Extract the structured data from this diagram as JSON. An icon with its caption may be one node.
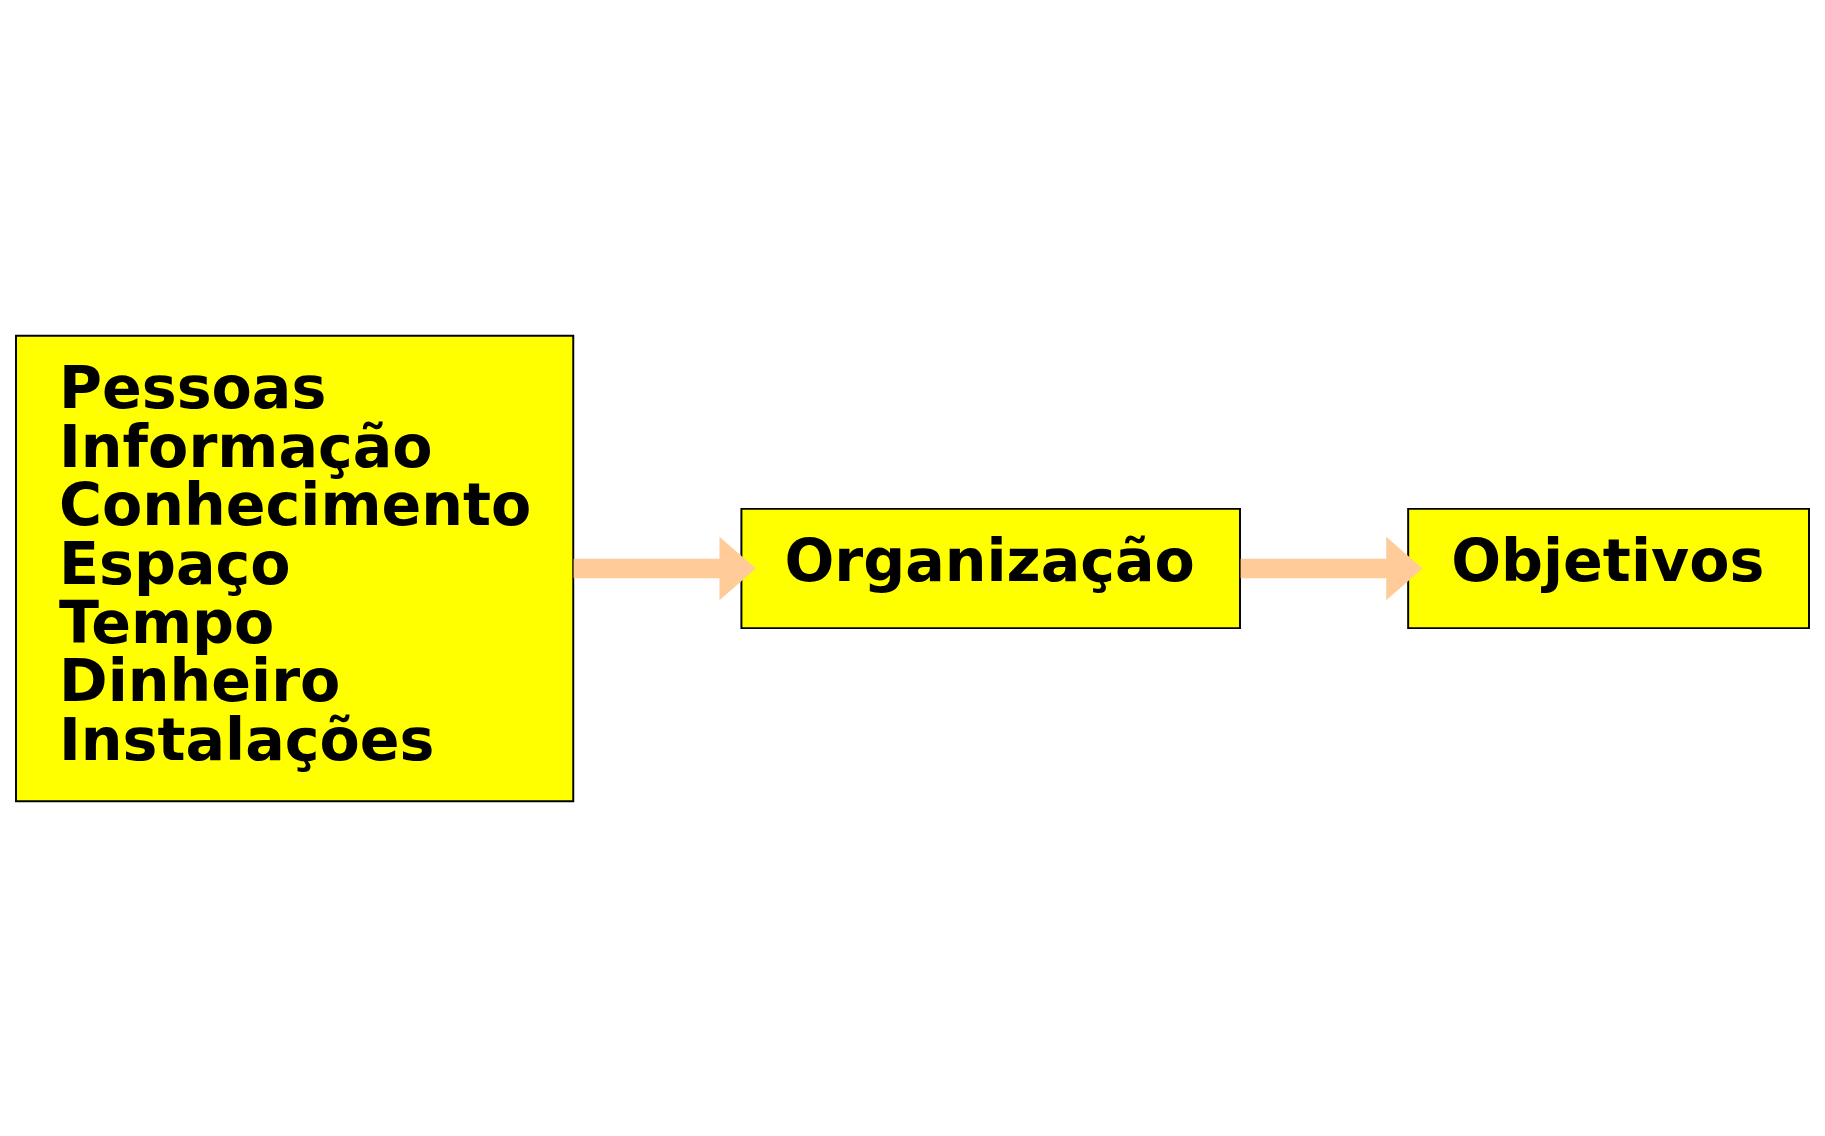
{
  "diagram": {
    "nodes": [
      {
        "text": [
          "Pessoas",
          "Informação",
          "Conhecimento",
          "Espaço",
          "Tempo",
          "Dinheiro",
          "Instalações"
        ]
      },
      {
        "text": [
          "Organização"
        ]
      },
      {
        "text": [
          "Objetivos"
        ]
      }
    ],
    "edges": [
      {
        "from": 0,
        "to": 1,
        "arrow": "to"
      },
      {
        "from": 1,
        "to": 2,
        "arrow": "to"
      }
    ]
  }
}
